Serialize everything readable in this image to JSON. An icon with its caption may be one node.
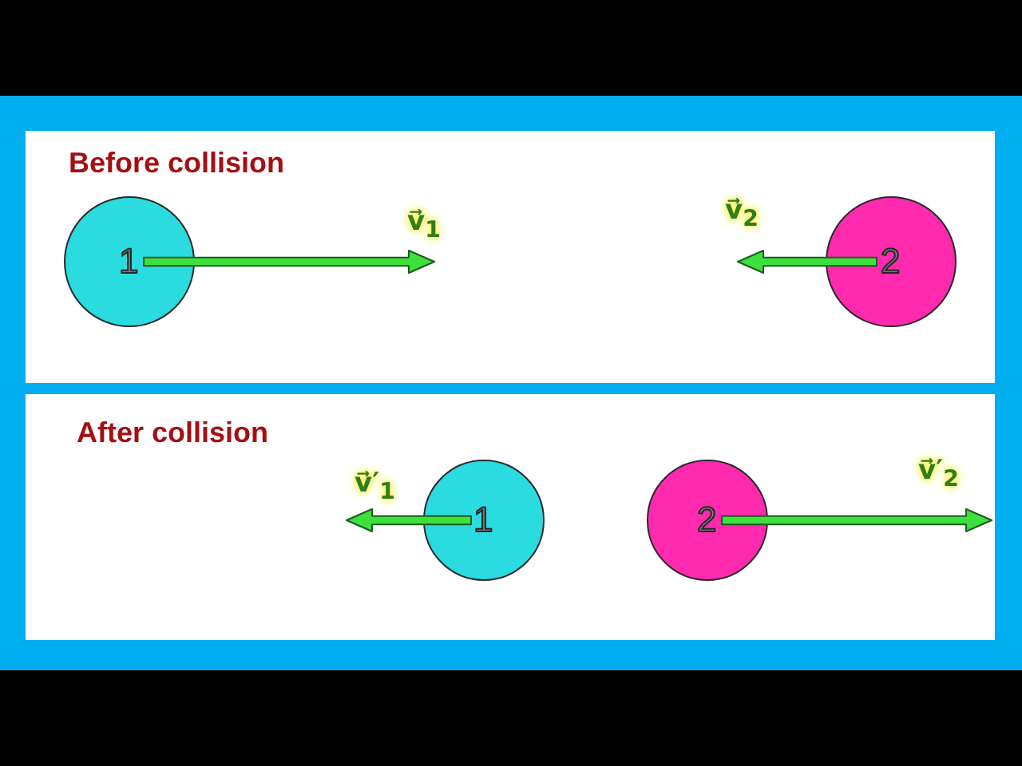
{
  "diagram": {
    "nodes": [
      {
        "text": [
          "Before collision"
        ]
      },
      {
        "text": [
          "1"
        ],
        "in": 0
      },
      {
        "text": [
          "2"
        ],
        "in": 0
      },
      {
        "text": [
          "After collision"
        ]
      },
      {
        "text": [
          "1"
        ],
        "in": 3
      },
      {
        "text": [
          "2"
        ],
        "in": 3
      }
    ],
    "labels": [
      "v⃗$_{1}$",
      "v⃗$_{2}$",
      "v⃗′$_{1}$",
      "v⃗′$_{2}$"
    ]
  }
}
